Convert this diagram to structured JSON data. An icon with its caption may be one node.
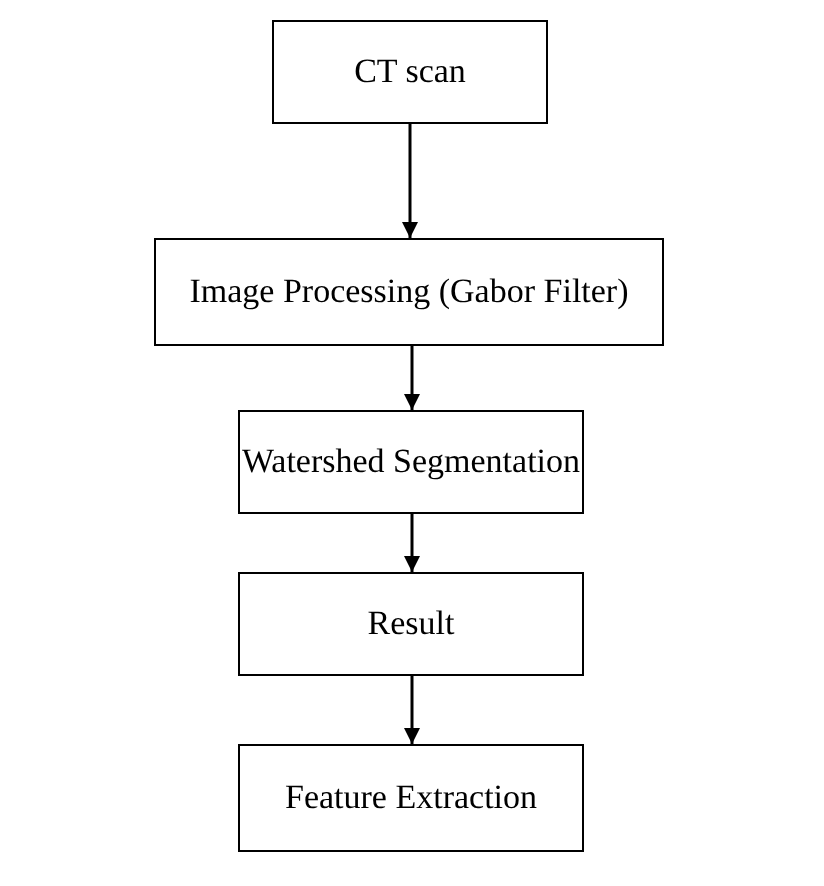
{
  "diagram": {
    "nodes": [
      {
        "text": [
          "CT scan"
        ]
      },
      {
        "text": [
          "Image Processing (Gabor Filter)"
        ]
      },
      {
        "text": [
          "Watershed Segmentation"
        ]
      },
      {
        "text": [
          "Result"
        ]
      },
      {
        "text": [
          "Feature Extraction"
        ]
      }
    ],
    "edges": [
      {
        "from": 0,
        "to": 1,
        "arrow": "to"
      },
      {
        "from": 1,
        "to": 2,
        "arrow": "to"
      },
      {
        "from": 2,
        "to": 3,
        "arrow": "to"
      },
      {
        "from": 3,
        "to": 4,
        "arrow": "to"
      }
    ]
  }
}
